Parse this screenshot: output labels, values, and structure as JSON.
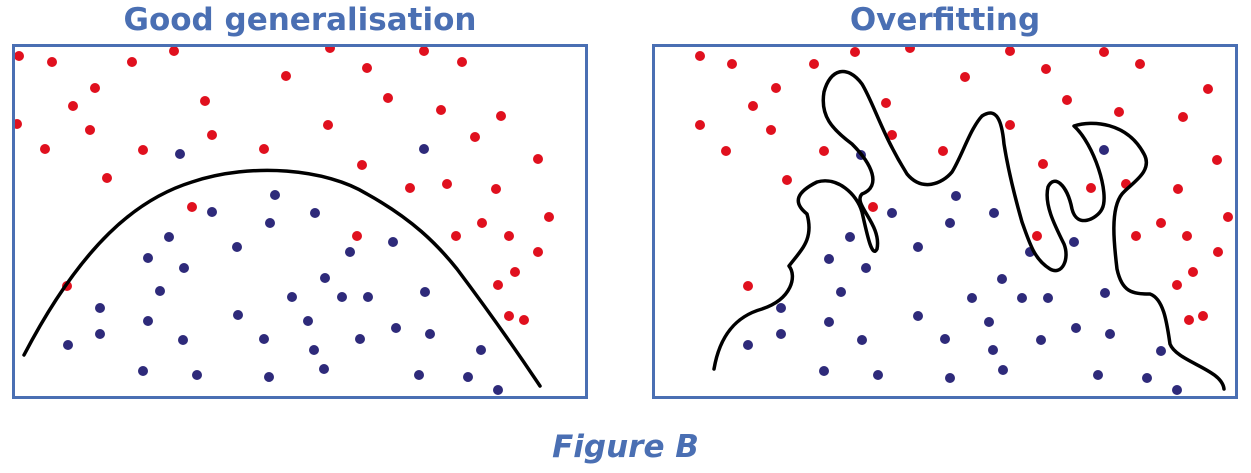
{
  "figure": {
    "caption": "Figure B",
    "colors": {
      "title": "#4a6fb3",
      "frame": "#4a6fb3",
      "class_a": "#e0101e",
      "class_b": "#2e2a7a",
      "boundary": "#000000"
    },
    "panels": [
      {
        "title": "Good generalisation",
        "boundary": "smooth",
        "red_points": [
          [
            7,
            12
          ],
          [
            40,
            18
          ],
          [
            120,
            18
          ],
          [
            162,
            7
          ],
          [
            318,
            4
          ],
          [
            412,
            7
          ],
          [
            450,
            18
          ],
          [
            355,
            24
          ],
          [
            274,
            32
          ],
          [
            83,
            44
          ],
          [
            61,
            62
          ],
          [
            193,
            57
          ],
          [
            376,
            54
          ],
          [
            429,
            66
          ],
          [
            489,
            72
          ],
          [
            5,
            80
          ],
          [
            78,
            86
          ],
          [
            200,
            91
          ],
          [
            316,
            81
          ],
          [
            463,
            93
          ],
          [
            33,
            105
          ],
          [
            131,
            106
          ],
          [
            252,
            105
          ],
          [
            350,
            121
          ],
          [
            526,
            115
          ],
          [
            95,
            134
          ],
          [
            398,
            144
          ],
          [
            435,
            140
          ],
          [
            484,
            145
          ],
          [
            180,
            163
          ],
          [
            537,
            173
          ],
          [
            470,
            179
          ],
          [
            497,
            192
          ],
          [
            345,
            192
          ],
          [
            444,
            192
          ],
          [
            526,
            208
          ],
          [
            503,
            228
          ],
          [
            486,
            241
          ],
          [
            55,
            242
          ],
          [
            497,
            272
          ],
          [
            512,
            276
          ]
        ],
        "blue_points": [
          [
            168,
            110
          ],
          [
            412,
            105
          ],
          [
            263,
            151
          ],
          [
            200,
            168
          ],
          [
            303,
            169
          ],
          [
            258,
            179
          ],
          [
            157,
            193
          ],
          [
            225,
            203
          ],
          [
            381,
            198
          ],
          [
            338,
            208
          ],
          [
            136,
            214
          ],
          [
            172,
            224
          ],
          [
            313,
            234
          ],
          [
            148,
            247
          ],
          [
            280,
            253
          ],
          [
            413,
            248
          ],
          [
            330,
            253
          ],
          [
            356,
            253
          ],
          [
            88,
            264
          ],
          [
            226,
            271
          ],
          [
            136,
            277
          ],
          [
            296,
            277
          ],
          [
            384,
            284
          ],
          [
            418,
            290
          ],
          [
            88,
            290
          ],
          [
            171,
            296
          ],
          [
            252,
            295
          ],
          [
            348,
            295
          ],
          [
            56,
            301
          ],
          [
            302,
            306
          ],
          [
            469,
            306
          ],
          [
            131,
            327
          ],
          [
            185,
            331
          ],
          [
            257,
            333
          ],
          [
            312,
            325
          ],
          [
            407,
            331
          ],
          [
            456,
            333
          ],
          [
            486,
            346
          ]
        ]
      },
      {
        "title": "Overfitting",
        "boundary": "complex",
        "red_points": [
          [
            48,
            12
          ],
          [
            80,
            20
          ],
          [
            162,
            20
          ],
          [
            203,
            8
          ],
          [
            258,
            4
          ],
          [
            358,
            7
          ],
          [
            452,
            8
          ],
          [
            488,
            20
          ],
          [
            394,
            25
          ],
          [
            313,
            33
          ],
          [
            124,
            44
          ],
          [
            101,
            62
          ],
          [
            234,
            59
          ],
          [
            415,
            56
          ],
          [
            467,
            68
          ],
          [
            556,
            45
          ],
          [
            48,
            81
          ],
          [
            119,
            86
          ],
          [
            240,
            91
          ],
          [
            358,
            81
          ],
          [
            531,
            73
          ],
          [
            74,
            107
          ],
          [
            172,
            107
          ],
          [
            291,
            107
          ],
          [
            391,
            120
          ],
          [
            565,
            116
          ],
          [
            135,
            136
          ],
          [
            221,
            163
          ],
          [
            439,
            144
          ],
          [
            474,
            140
          ],
          [
            526,
            145
          ],
          [
            576,
            173
          ],
          [
            509,
            179
          ],
          [
            535,
            192
          ],
          [
            385,
            192
          ],
          [
            484,
            192
          ],
          [
            566,
            208
          ],
          [
            541,
            228
          ],
          [
            525,
            241
          ],
          [
            96,
            242
          ],
          [
            551,
            272
          ],
          [
            537,
            276
          ]
        ],
        "blue_points": [
          [
            209,
            111
          ],
          [
            452,
            106
          ],
          [
            304,
            152
          ],
          [
            240,
            169
          ],
          [
            342,
            169
          ],
          [
            298,
            179
          ],
          [
            198,
            193
          ],
          [
            266,
            203
          ],
          [
            422,
            198
          ],
          [
            378,
            208
          ],
          [
            177,
            215
          ],
          [
            214,
            224
          ],
          [
            350,
            235
          ],
          [
            189,
            248
          ],
          [
            320,
            254
          ],
          [
            453,
            249
          ],
          [
            370,
            254
          ],
          [
            396,
            254
          ],
          [
            129,
            264
          ],
          [
            266,
            272
          ],
          [
            177,
            278
          ],
          [
            337,
            278
          ],
          [
            424,
            284
          ],
          [
            458,
            290
          ],
          [
            129,
            290
          ],
          [
            210,
            296
          ],
          [
            293,
            295
          ],
          [
            389,
            296
          ],
          [
            96,
            301
          ],
          [
            341,
            306
          ],
          [
            509,
            307
          ],
          [
            172,
            327
          ],
          [
            226,
            331
          ],
          [
            298,
            334
          ],
          [
            351,
            326
          ],
          [
            446,
            331
          ],
          [
            495,
            334
          ],
          [
            525,
            346
          ]
        ]
      }
    ]
  }
}
